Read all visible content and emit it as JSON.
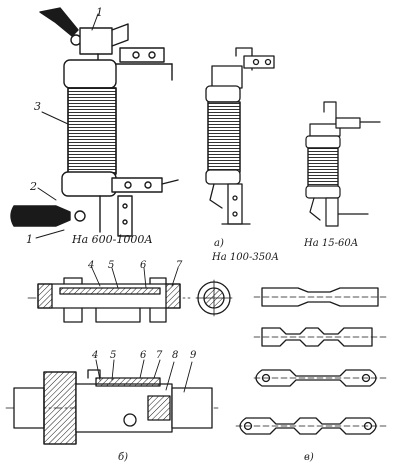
{
  "captions": {
    "a_large": "На 600-1000А",
    "a_medium": "На 100-350А",
    "a_small": "На 15-60А",
    "letter_a": "а)",
    "letter_b": "б)",
    "letter_v": "в)"
  },
  "callouts": {
    "fuse_large": [
      "1",
      "3",
      "2",
      "1"
    ],
    "section_top": [
      "4",
      "5",
      "6",
      "7"
    ],
    "section_bottom": [
      "4",
      "5",
      "6",
      "7",
      "8",
      "9"
    ]
  },
  "colors": {
    "ink": "#1a1a1a",
    "paper": "#ffffff"
  }
}
